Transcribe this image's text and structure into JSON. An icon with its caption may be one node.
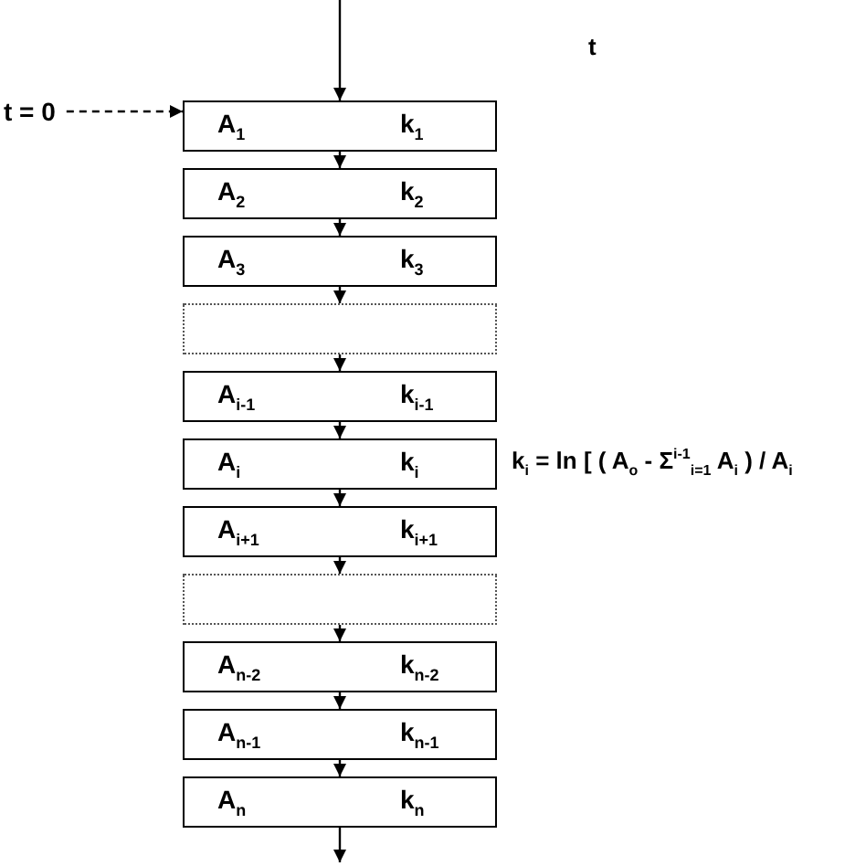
{
  "diagram": {
    "nodes": [
      {
        "text": [
          "t = 0"
        ]
      },
      {
        "text": [
          "A$_{1}$",
          "k$_{1}$"
        ]
      },
      {
        "text": [
          "A$_{2}$",
          "k$_{2}$"
        ]
      },
      {
        "text": [
          "A$_{3}$",
          "k$_{3}$"
        ]
      },
      {
        "text": [],
        "shape": "box"
      },
      {
        "text": [
          "A$_{i-1}$",
          "k$_{i-1}$"
        ]
      },
      {
        "text": [
          "A$_{i}$",
          "k$_{i}$"
        ]
      },
      {
        "text": [
          "A$_{i+1}$",
          "k$_{i+1}$"
        ]
      },
      {
        "text": [],
        "shape": "box"
      },
      {
        "text": [
          "A$_{n-2}$",
          "k$_{n-2}$"
        ]
      },
      {
        "text": [
          "A$_{n-1}$",
          "k$_{n-1}$"
        ]
      },
      {
        "text": [
          "A$_{n}$",
          "k$_{n}$"
        ]
      }
    ],
    "edges": [
      {
        "from": null,
        "to": 1,
        "arrow": "to"
      },
      {
        "from": 0,
        "to": 1,
        "arrow": "to",
        "style": "dashed"
      },
      {
        "from": 1,
        "to": 2,
        "arrow": "to"
      },
      {
        "from": 2,
        "to": 3,
        "arrow": "to"
      },
      {
        "from": 3,
        "to": 4,
        "arrow": "to"
      },
      {
        "from": 4,
        "to": 5,
        "arrow": "to"
      },
      {
        "from": 5,
        "to": 6,
        "arrow": "to"
      },
      {
        "from": 6,
        "to": 7,
        "arrow": "to"
      },
      {
        "from": 7,
        "to": 8,
        "arrow": "to"
      },
      {
        "from": 8,
        "to": 9,
        "arrow": "to"
      },
      {
        "from": 9,
        "to": 10,
        "arrow": "to"
      },
      {
        "from": 10,
        "to": 11,
        "arrow": "to"
      },
      {
        "from": 11,
        "to": null,
        "arrow": "to"
      }
    ],
    "labels": [
      "t",
      "k$_{i}$ = ln [ ( A$_{o}$ - Σ$^{i-1}$$_{i=1}$ A$_{i}$ ) / A$_{i}$"
    ]
  }
}
